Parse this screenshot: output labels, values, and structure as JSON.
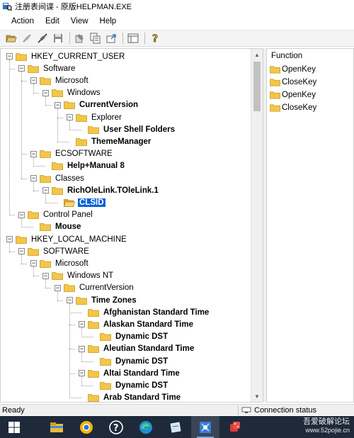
{
  "window": {
    "title": "注册表间谍 - 原版HELPMAN.EXE"
  },
  "menu": {
    "items": [
      "Action",
      "Edit",
      "View",
      "Help"
    ]
  },
  "toolbar": {
    "buttons": [
      "open-icon",
      "disconnect-icon",
      "connect-icon",
      "save-icon",
      "settings-icon",
      "copy-icon",
      "export-icon",
      "list-view-icon",
      "help-icon"
    ]
  },
  "tree": {
    "selected": "CLSID",
    "nodes": [
      {
        "label": "HKEY_CURRENT_USER",
        "level": 0,
        "bold": false,
        "expanded": true
      },
      {
        "label": "Software",
        "level": 1,
        "bold": false,
        "expanded": true
      },
      {
        "label": "Microsoft",
        "level": 2,
        "bold": false,
        "expanded": true
      },
      {
        "label": "Windows",
        "level": 3,
        "bold": false,
        "expanded": true
      },
      {
        "label": "CurrentVersion",
        "level": 4,
        "bold": true,
        "expanded": true
      },
      {
        "label": "Explorer",
        "level": 5,
        "bold": false,
        "expanded": true
      },
      {
        "label": "User Shell Folders",
        "level": 6,
        "bold": true,
        "expanded": null
      },
      {
        "label": "ThemeManager",
        "level": 5,
        "bold": true,
        "expanded": null
      },
      {
        "label": "ECSOFTWARE",
        "level": 2,
        "bold": false,
        "expanded": true
      },
      {
        "label": "Help+Manual 8",
        "level": 3,
        "bold": true,
        "expanded": null
      },
      {
        "label": "Classes",
        "level": 2,
        "bold": false,
        "expanded": true
      },
      {
        "label": "RichOleLink.TOleLink.1",
        "level": 3,
        "bold": true,
        "expanded": true
      },
      {
        "label": "CLSID",
        "level": 4,
        "bold": true,
        "expanded": null
      },
      {
        "label": "Control Panel",
        "level": 1,
        "bold": false,
        "expanded": true
      },
      {
        "label": "Mouse",
        "level": 2,
        "bold": true,
        "expanded": null
      },
      {
        "label": "HKEY_LOCAL_MACHINE",
        "level": 0,
        "bold": false,
        "expanded": true
      },
      {
        "label": "SOFTWARE",
        "level": 1,
        "bold": false,
        "expanded": true
      },
      {
        "label": "Microsoft",
        "level": 2,
        "bold": false,
        "expanded": true
      },
      {
        "label": "Windows NT",
        "level": 3,
        "bold": false,
        "expanded": true
      },
      {
        "label": "CurrentVersion",
        "level": 4,
        "bold": false,
        "expanded": true
      },
      {
        "label": "Time Zones",
        "level": 5,
        "bold": true,
        "expanded": true
      },
      {
        "label": "Afghanistan Standard Time",
        "level": 6,
        "bold": true,
        "expanded": null
      },
      {
        "label": "Alaskan Standard Time",
        "level": 6,
        "bold": true,
        "expanded": true
      },
      {
        "label": "Dynamic DST",
        "level": 7,
        "bold": true,
        "expanded": null
      },
      {
        "label": "Aleutian Standard Time",
        "level": 6,
        "bold": true,
        "expanded": true
      },
      {
        "label": "Dynamic DST",
        "level": 7,
        "bold": true,
        "expanded": null
      },
      {
        "label": "Altai Standard Time",
        "level": 6,
        "bold": true,
        "expanded": true
      },
      {
        "label": "Dynamic DST",
        "level": 7,
        "bold": true,
        "expanded": null
      },
      {
        "label": "Arab Standard Time",
        "level": 6,
        "bold": true,
        "expanded": null
      }
    ]
  },
  "functions": {
    "header": "Function",
    "items": [
      "OpenKey",
      "CloseKey",
      "OpenKey",
      "CloseKey"
    ]
  },
  "status": {
    "left": "Ready",
    "right": "Connection status"
  },
  "taskbar": {
    "apps": [
      "file-explorer-icon",
      "chrome-canary-icon",
      "help-app-icon",
      "edge-icon",
      "notepad-icon",
      "regspy-icon",
      "dice-icon"
    ],
    "active_index": 5,
    "watermark_cn": "吾爱破解论坛",
    "watermark_url": "www.52pojie.cn"
  },
  "colors": {
    "folder": "#f3c64a",
    "folder_dark": "#d9a520",
    "selection": "#0a64d6",
    "taskbar": "#1e2a3a"
  }
}
